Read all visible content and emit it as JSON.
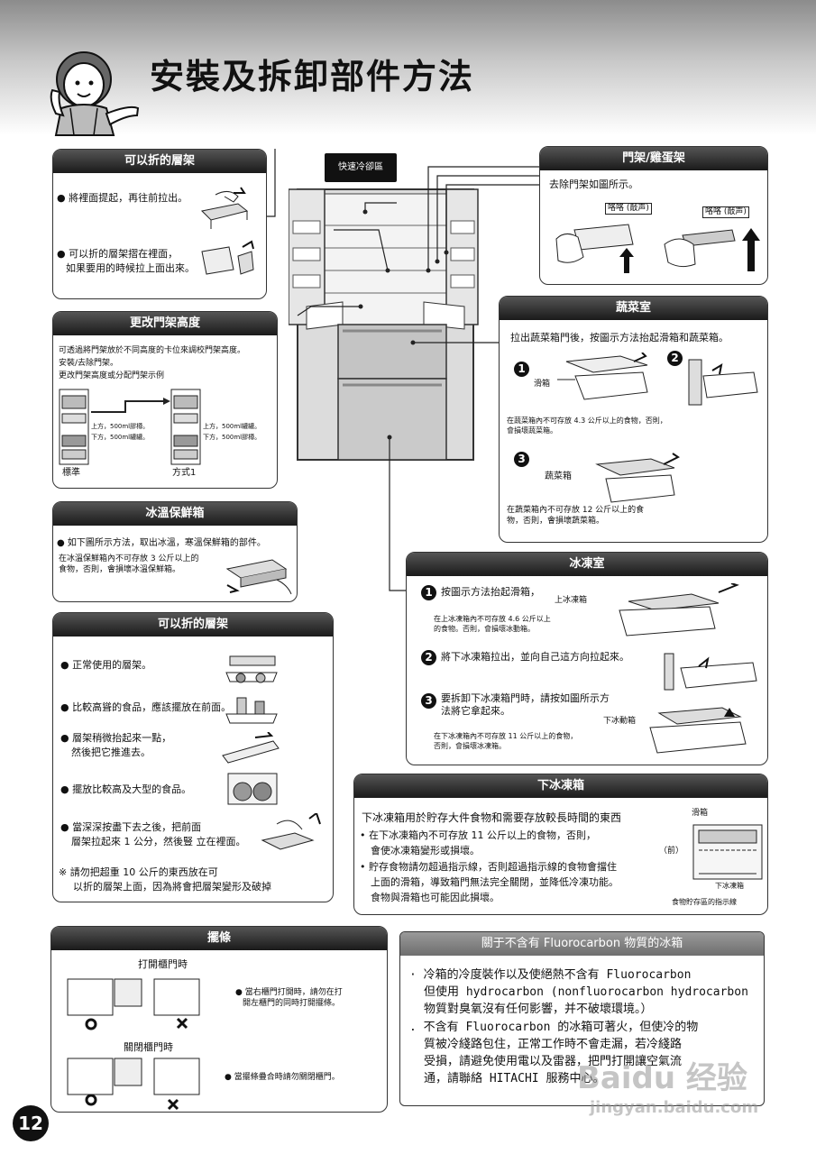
{
  "page_title": "安裝及拆卸部件方法",
  "page_number": "12",
  "fridge": {
    "quick_chill_label": "快速冷卻區"
  },
  "panel_fold_shelf_top": {
    "header": "可以折的層架",
    "line1": "將裡面提起，再往前拉出。",
    "line2a": "可以折的層架摺在裡面，",
    "line2b": "如果要用的時候拉上面出來。"
  },
  "panel_door_height": {
    "header": "更改門架高度",
    "l1": "可透過將門架放於不同高度的卡位來調校門架高度。",
    "l2": "安裝/去除門架。",
    "l3": "更改門架高度或分配門架示例",
    "std_top": "上方，500ml膠樽。",
    "std_bottom": "下方，500ml罐罐。",
    "alt_top": "上方，500ml罐罐。",
    "alt_bottom": "下方，500ml膠樽。",
    "label_standard": "標準",
    "label_option1": "方式1"
  },
  "panel_ice_temp": {
    "header": "冰溫保鮮箱",
    "l1": "如下圖所示方法，取出冰溫，寒溫保鮮箱的部件。",
    "l2": "在冰溫保鮮箱內不可存放 3 公斤以上的",
    "l3": "食物，否則，會損壞冰溫保鮮箱。"
  },
  "panel_fold_shelf_bottom": {
    "header": "可以折的層架",
    "i1": "正常使用的層架。",
    "i2": "比較高聳的食品，應該擺放在前面。",
    "i3a": "層架稍微抬起來一點，",
    "i3b": "然後把它推進去。",
    "i4": "擺放比較高及大型的食品。",
    "i5a": "當深深按盡下去之後，把前面",
    "i5b": "層架拉起來 1 公分，然後豎  立在裡面。",
    "note_a": "※  請勿把超重 10 公斤的東西放在可",
    "note_b": "以折的層架上面，因為將會把層架變形及破掉"
  },
  "panel_door_rack": {
    "header": "門架/雞蛋架",
    "l1": "去除門架如圖所示。",
    "click1": "咯咯 (敲声)",
    "click2": "咯咯 (敲声)"
  },
  "panel_vegetable": {
    "header": "蔬菜室",
    "l1": "拉出蔬菜箱門後，按圖示方法抬起滑箱和蔬菜箱。",
    "slide_label": "滑箱",
    "warn1a": "在蔬菜箱內不可存放 4.3 公斤以上的食物，否則，",
    "warn1b": "會損壞蔬菜箱。",
    "veg_label": "蔬菜箱",
    "warn2a": "在蔬菜箱內不可存放 12 公斤以上的食",
    "warn2b": "物，否則，會損壞蔬菜箱。",
    "n1": "1",
    "n2": "2",
    "n3": "3"
  },
  "panel_freezer": {
    "header": "冰凍室",
    "step1": "按圖示方法抬起滑箱，",
    "upper_box": "上冰凍箱",
    "warn1a": "在上冰凍箱內不可存放 4.6 公斤以上",
    "warn1b": "的食物。否則，會損壞冰動箱。",
    "step2": "將下冰凍箱拉出，並向自己這方向拉起來。",
    "step3a": "要拆卸下冰凍箱門時，請按如圖所示方",
    "step3b": "法將它拿起來。",
    "lower_box": "下冰動箱",
    "warn3a": "在下冰凍箱內不可存放 11 公斤以上的食物，",
    "warn3b": "否則，會損壞冰凍箱。",
    "n1": "1",
    "n2": "2",
    "n3": "3"
  },
  "panel_lower_freezer": {
    "header": "下冰凍箱",
    "intro": "下冰凍箱用於貯存大件食物和需要存放較長時間的東西",
    "b1a": "在下冰凍箱內不可存放 11 公斤以上的食物，否則，",
    "b1b": "會使冰凍箱變形或損壞。",
    "b2a": "貯存食物請勿超過指示線，否則超過指示線的食物會擋住",
    "b2b": "上面的滑箱，導致箱門無法完全關閉，並降低冷凍功能。",
    "b2c": "食物與滑箱也可能因此損壞。",
    "slide": "滑箱",
    "front": "（前）",
    "lower_box": "下冰凍箱",
    "indicator": "食物貯存區的指示線"
  },
  "panel_strip": {
    "header": "擺條",
    "open_title": "打開櫃門時",
    "open_note_a": "當右櫃門打開時，請勿在打",
    "open_note_b": "開左櫃門的同時打開擺條。",
    "close_title": "關閉櫃門時",
    "close_note": "當擺條疊合時請勿關閉櫃門。"
  },
  "panel_fluoro": {
    "header": "關于不含有 Fluorocarbon 物質的冰箱",
    "p1a": "冷箱的冷度裝作以及使絕熱不含有 Fluorocarbon",
    "p1b": "但使用 hydrocarbon (nonfluorocarbon hydrocarbon",
    "p1c": "物質對臭氧沒有任何影響，并不破壞環境。）",
    "p2a": "不含有 Fluorocarbon 的冰箱可著火，但使冷的物",
    "p2b": "質被冷綫路包住，正常工作時不會走漏，若冷綫路",
    "p2c": "受損，請避免使用電以及雷器，把門打開讓空氣流",
    "p2d": "通，請聯絡 HITACHI 服務中心。"
  },
  "watermark": {
    "brand": "Baidu 经验",
    "url": "jingyan.baidu.com"
  }
}
